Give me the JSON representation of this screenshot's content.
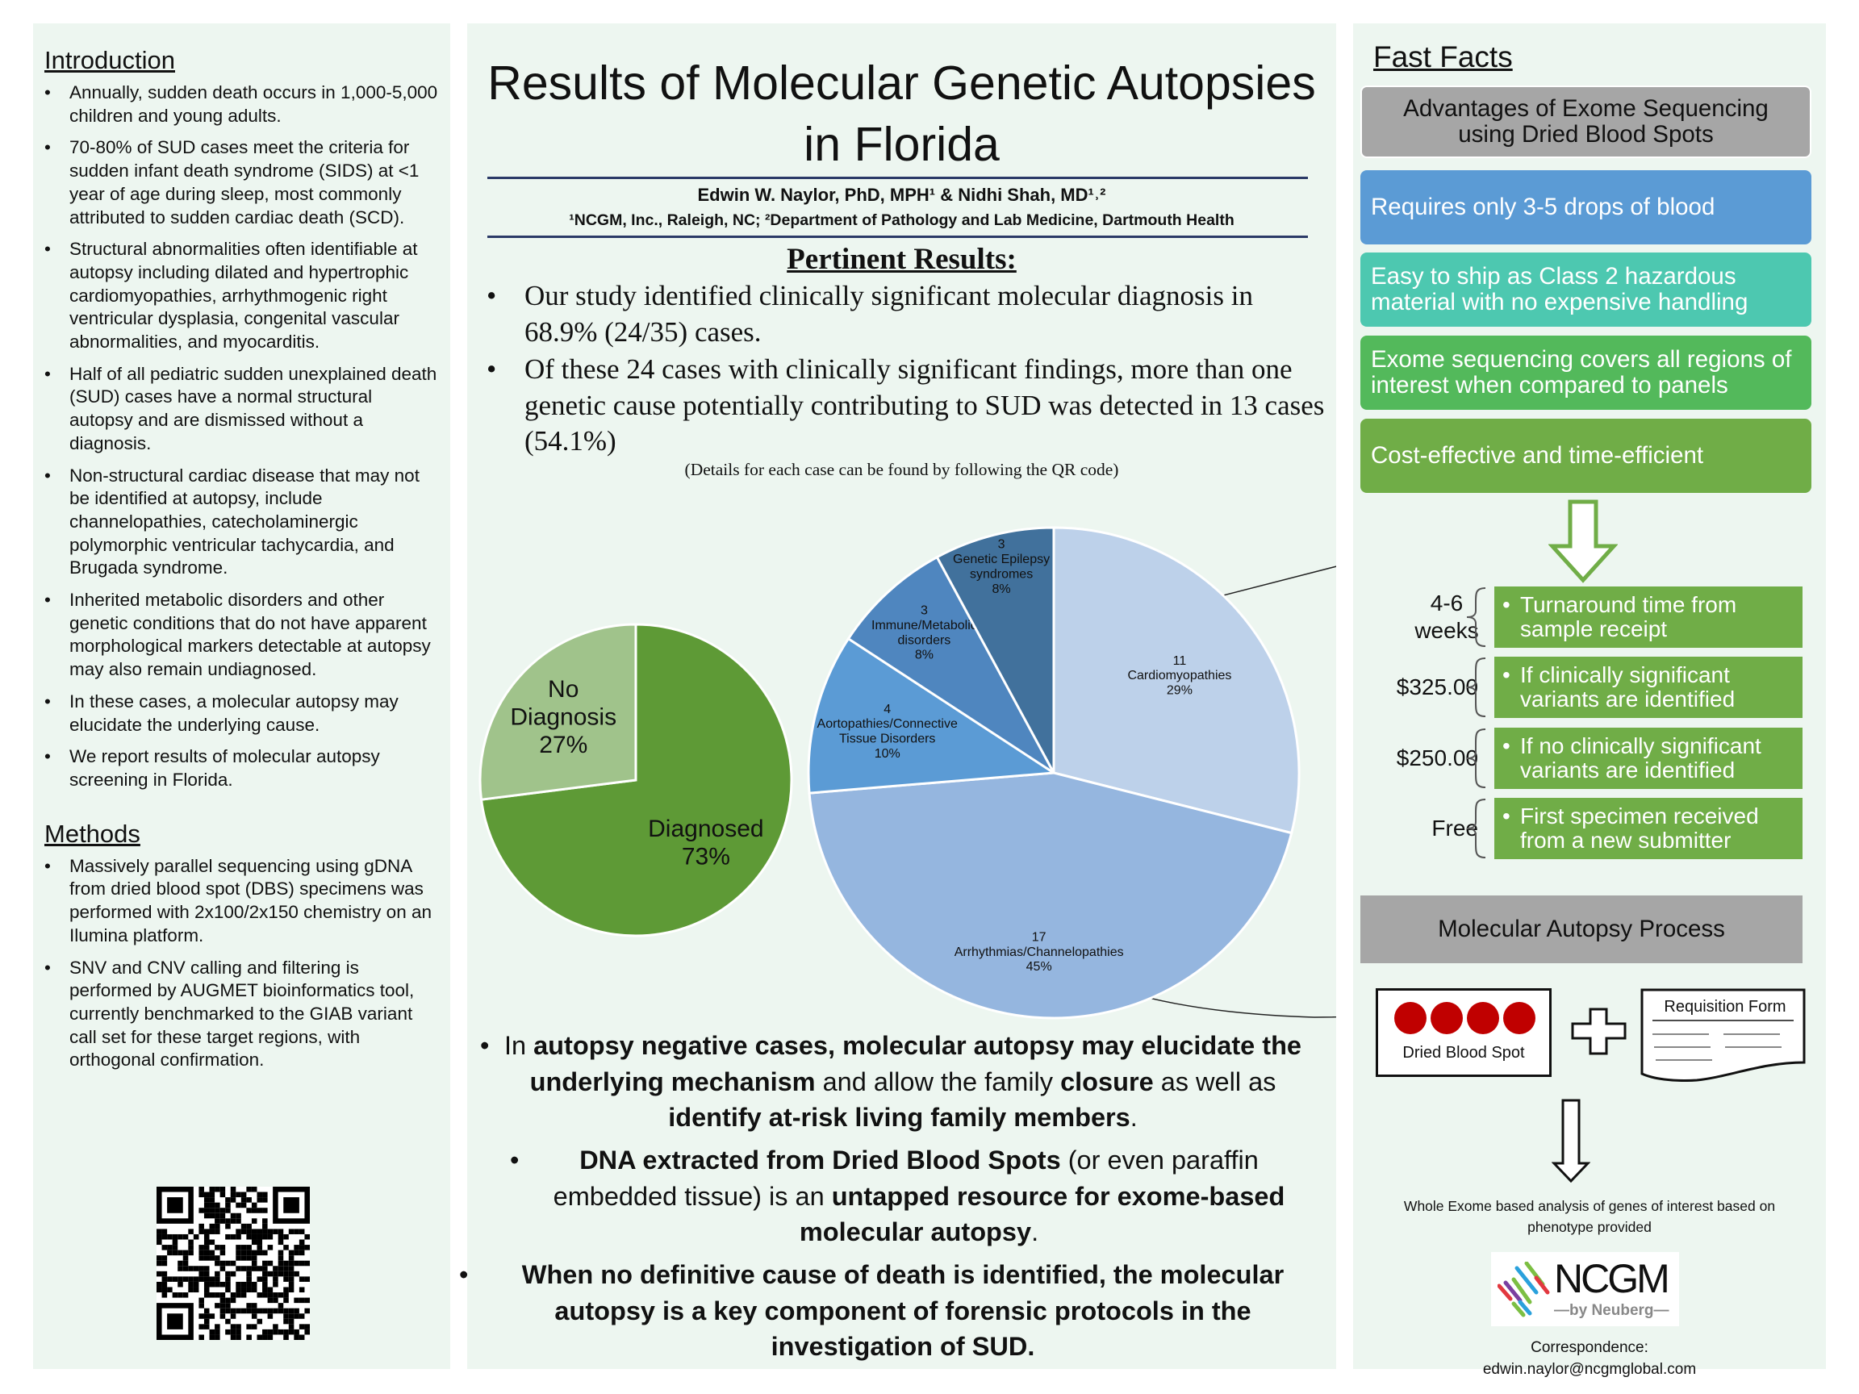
{
  "intro": {
    "heading": "Introduction",
    "bullets": [
      "Annually, sudden death occurs in 1,000-5,000 children and young adults.",
      "70-80% of SUD cases meet the criteria for sudden infant death syndrome (SIDS) at <1 year of age during sleep, most commonly attributed to sudden cardiac death (SCD).",
      "Structural abnormalities often identifiable at autopsy including dilated and hypertrophic cardiomyopathies, arrhythmogenic right ventricular dysplasia, congenital vascular abnormalities, and myocarditis.",
      "Half of all pediatric sudden unexplained death (SUD) cases have a normal structural autopsy and are dismissed without a diagnosis.",
      "Non-structural cardiac disease that may not be identified at autopsy, include channelopathies, catecholaminergic polymorphic ventricular tachycardia, and Brugada syndrome.",
      "Inherited metabolic disorders and other genetic conditions that do not have apparent morphological markers detectable at autopsy may also remain undiagnosed.",
      "In these cases, a molecular autopsy may elucidate the underlying cause.",
      "We report results of molecular autopsy screening in Florida."
    ]
  },
  "methods": {
    "heading": "Methods",
    "bullets": [
      "Massively parallel sequencing using gDNA from dried blood spot (DBS) specimens was performed with 2x100/2x150 chemistry on an Ilumina platform.",
      "SNV and CNV calling and filtering is performed by AUGMET bioinformatics tool, currently benchmarked to the GIAB variant call set for these target regions, with orthogonal confirmation."
    ]
  },
  "header": {
    "title": "Results of Molecular Genetic Autopsies in Florida",
    "authors": "Edwin W. Naylor, PhD, MPH¹ & Nidhi Shah, MD¹˒²",
    "affiliations": "¹NCGM, Inc., Raleigh, NC; ²Department of Pathology and Lab Medicine, Dartmouth Health"
  },
  "results": {
    "heading": "Pertinent Results:",
    "bullets": [
      "Our study identified clinically significant molecular diagnosis in 68.9% (24/35) cases.",
      "Of these 24 cases with clinically significant findings, more than one genetic cause potentially contributing to SUD was detected in 13 cases (54.1%)"
    ],
    "note": "(Details for each case can be found by following the QR code)"
  },
  "chart_data": [
    {
      "type": "pie",
      "title": "",
      "slices": [
        {
          "label": "Diagnosed",
          "pct": "73%",
          "value": 73,
          "color": "#5e9a36"
        },
        {
          "label": "No Diagnosis",
          "pct": "27%",
          "value": 27,
          "color": "#a0c38b"
        }
      ]
    },
    {
      "type": "pie",
      "title": "",
      "slices": [
        {
          "label": "Cardiomyopathies",
          "count": "11",
          "pct": "29%",
          "value": 11,
          "color": "#bdd1ea"
        },
        {
          "label": "Arrhythmias/Channelopathies",
          "count": "17",
          "pct": "45%",
          "value": 17,
          "color": "#95b6df"
        },
        {
          "label": "Aortopathies/Connective Tissue Disorders",
          "count": "4",
          "pct": "10%",
          "value": 4,
          "color": "#5b9bd5"
        },
        {
          "label": "Immune/Metabolic disorders",
          "count": "3",
          "pct": "8%",
          "value": 3,
          "color": "#4f86bf"
        },
        {
          "label": "Genetic Epilepsy syndromes",
          "count": "3",
          "pct": "8%",
          "value": 3,
          "color": "#41719c"
        }
      ]
    }
  ],
  "conclusions": [
    [
      {
        "t": "In ",
        "b": false
      },
      {
        "t": "autopsy negative cases, molecular autopsy may elucidate the underlying mechanism",
        "b": true
      },
      {
        "t": " and allow the family ",
        "b": false
      },
      {
        "t": "closure",
        "b": true
      },
      {
        "t": " as well as ",
        "b": false
      },
      {
        "t": "identify at-risk living family members",
        "b": true
      },
      {
        "t": ".",
        "b": false
      }
    ],
    [
      {
        "t": "DNA extracted from Dried Blood Spots",
        "b": true
      },
      {
        "t": " (or even paraffin embedded tissue) is an ",
        "b": false
      },
      {
        "t": "untapped resource for exome-based molecular autopsy",
        "b": true
      },
      {
        "t": ".",
        "b": false
      }
    ],
    [
      {
        "t": "When no definitive cause of death is identified, the molecular autopsy is a key component of forensic protocols in the investigation of SUD.",
        "b": true
      }
    ]
  ],
  "fast_facts": {
    "heading": "Fast Facts",
    "boxes": [
      {
        "text": "Advantages of Exome Sequencing using Dried Blood Spots",
        "color": "#a6a6a6"
      },
      {
        "text": "Requires only 3-5 drops of blood",
        "color": "#5b9bd5"
      },
      {
        "text": "Easy to ship as Class 2 hazardous material with no expensive handling",
        "color": "#4dc8b0"
      },
      {
        "text": "Exome sequencing covers all regions of interest when compared to panels",
        "color": "#53b95b"
      },
      {
        "text": "Cost-effective and time-efficient",
        "color": "#70ad47"
      }
    ],
    "pricing": [
      {
        "price": "4-6 weeks",
        "desc": "Turnaround time from sample receipt"
      },
      {
        "price": "$325.00",
        "desc": "If clinically significant variants are identified"
      },
      {
        "price": "$250.00",
        "desc": "If no clinically significant variants are identified"
      },
      {
        "price": "Free",
        "desc": "First specimen received from a new submitter"
      }
    ]
  },
  "process": {
    "heading": "Molecular Autopsy Process",
    "dbs_label": "Dried Blood Spot",
    "form_label": "Requisition Form",
    "analysis": "Whole Exome based analysis of genes of interest based on phenotype provided",
    "logo_text": "NCGM",
    "logo_sub": "—by Neuberg—",
    "correspondence_label": "Correspondence:",
    "email": "edwin.naylor@ncgmglobal.com"
  }
}
